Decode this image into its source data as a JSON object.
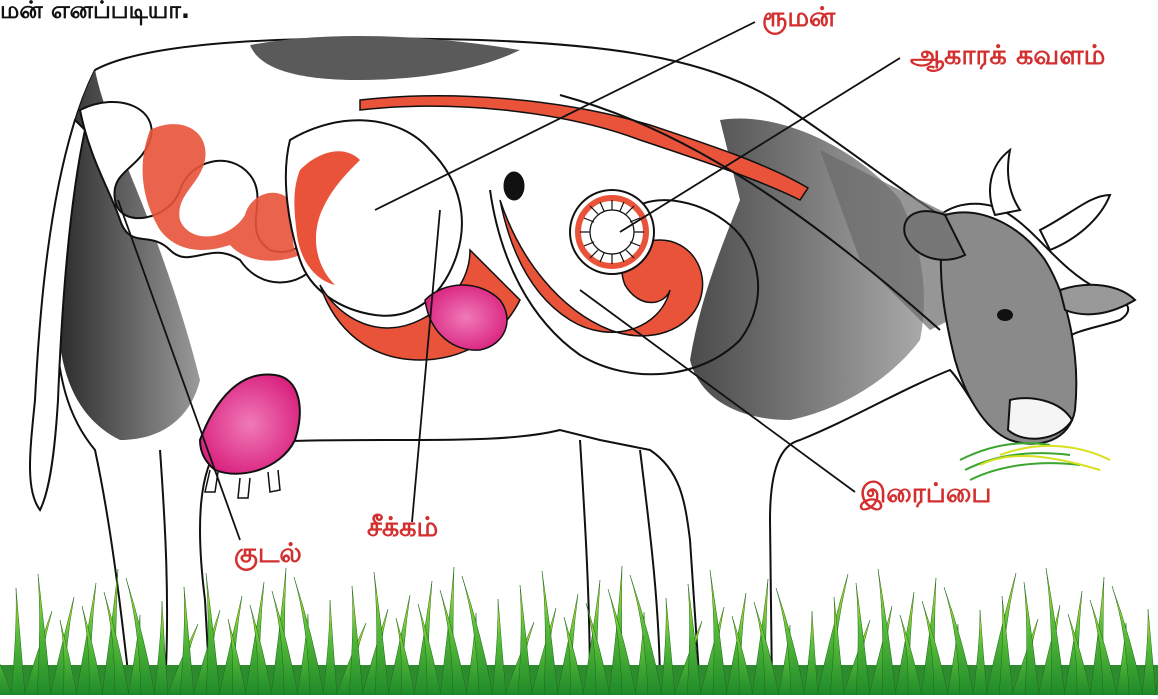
{
  "header_text": "மன் எனப்படியா.",
  "labels": {
    "rumen": "ரூமன்",
    "omasum": "ஆகாரக் கவளம்",
    "abomasum": "இரைப்பை",
    "caecum": "சீக்கம்",
    "intestine": "குடல்"
  },
  "colors": {
    "label": "#d32f2f",
    "organ_red": "#e8533a",
    "organ_pink": "#d81b7a",
    "hide_dark": "#4a4a4a",
    "grass_green": "#3aa52f",
    "grass_yellow": "#d8e020"
  }
}
